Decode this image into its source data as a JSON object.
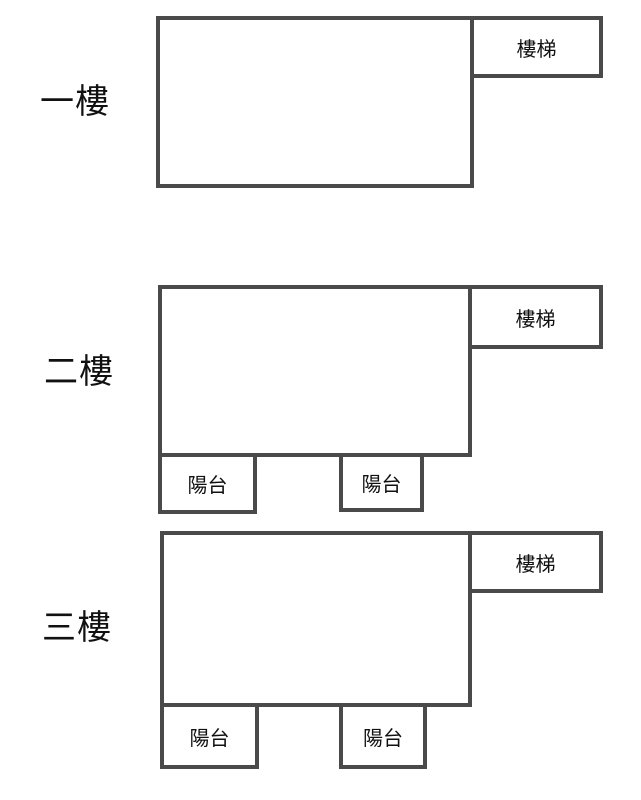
{
  "floors": [
    {
      "label": "一樓",
      "stairs": "樓梯"
    },
    {
      "label": "二樓",
      "stairs": "樓梯",
      "balconies": [
        "陽台",
        "陽台"
      ]
    },
    {
      "label": "三樓",
      "stairs": "樓梯",
      "balconies": [
        "陽台",
        "陽台"
      ]
    }
  ],
  "colors": {
    "outline": "#4a4a4a",
    "text": "#111111",
    "background": "#ffffff"
  }
}
